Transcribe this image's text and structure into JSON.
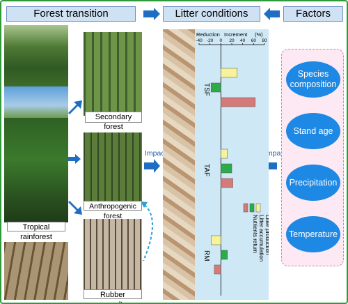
{
  "headers": {
    "forest_transition": "Forest transition",
    "litter_conditions": "Litter conditions",
    "factors": "Factors"
  },
  "forest_labels": {
    "secondary": "Secondary forest",
    "tropical": "Tropical rainforest",
    "anthropogenic": "Anthropogenic forest",
    "rubber": "Rubber monoculture"
  },
  "impact_label": "Impact",
  "factors": [
    {
      "label": "Species composition"
    },
    {
      "label": "Stand age"
    },
    {
      "label": "Precipitation"
    },
    {
      "label": "Temperature"
    }
  ],
  "chart_data": {
    "type": "bar",
    "axis_title_left": "Reduction",
    "axis_title_right": "Increment",
    "axis_unit": "(%)",
    "ticks": [
      -40,
      -20,
      0,
      20,
      40,
      60,
      80
    ],
    "xlim": [
      -40,
      80
    ],
    "categories": [
      "TSF",
      "TAF",
      "RM"
    ],
    "series": [
      {
        "name": "Litter production",
        "color": "#f6f39a",
        "values": [
          30,
          12,
          -18
        ]
      },
      {
        "name": "Litter accumulation",
        "color": "#2daa4a",
        "values": [
          -18,
          20,
          12
        ]
      },
      {
        "name": "Nutrients return",
        "color": "#d47a78",
        "values": [
          63,
          22,
          -12
        ]
      }
    ]
  },
  "colors": {
    "frame": "#2e9a3a",
    "header_fill": "#cfe2f3",
    "arrow": "#1e6fc4",
    "factor_fill": "#1e88e5",
    "panel_fill": "#cfe8f5"
  }
}
